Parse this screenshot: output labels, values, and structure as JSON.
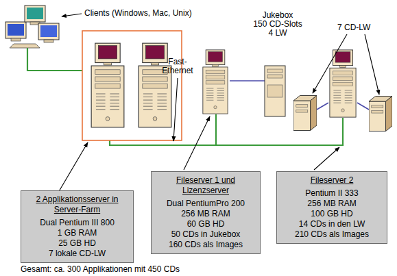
{
  "diagram": {
    "caption": "Gesamt: ca. 300 Applikationen mit 450 CDs",
    "nodes": [
      {
        "text": [
          "2 Applikationsserver in Server-Farm",
          "Dual Pentium III 800",
          "1 GB RAM",
          "25 GB HD",
          "7 lokale CD-LW"
        ]
      },
      {
        "text": [
          "Fileserver 1 und Lizenzserver",
          "Dual PentiumPro 200",
          "256 MB RAM",
          "60 GB HD",
          "50 CDs in Jukebox",
          "160 CDs als Images"
        ]
      },
      {
        "text": [
          "Fileserver 2",
          "Pentium II 333",
          "256 MB RAM",
          "100 GB HD",
          "14 CDs in den LW",
          "210 CDs als Images"
        ]
      }
    ],
    "labels": [
      "Clients (Windows, Mac, Unix)",
      "Jukebox",
      "150 CD-Slots",
      "4 LW",
      "7 CD-LW",
      "Fast-Ethernet"
    ]
  }
}
